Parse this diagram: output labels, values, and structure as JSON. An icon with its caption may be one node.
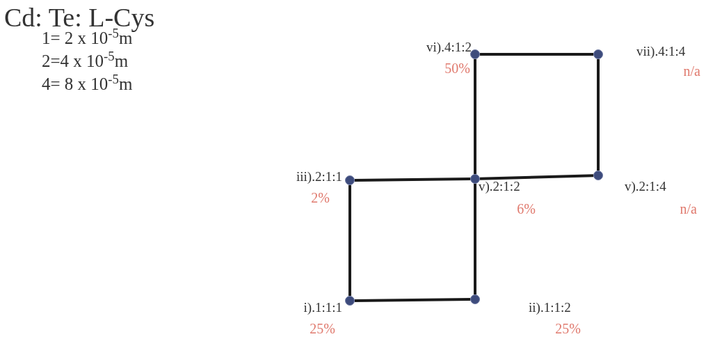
{
  "diagram": {
    "title": "Cd: Te: L-Cys",
    "nodes": [
      {
        "text": [],
        "shape": "circle",
        "beside": [
          "vi).4:1:2",
          "50%"
        ]
      },
      {
        "text": [],
        "shape": "circle",
        "beside": [
          "vii).4:1:4",
          "n/a"
        ]
      },
      {
        "text": [],
        "shape": "circle",
        "beside": [
          "iii).2:1:1",
          "2%"
        ]
      },
      {
        "text": [],
        "shape": "circle",
        "beside": [
          "v).2:1:2",
          "6%"
        ]
      },
      {
        "text": [],
        "shape": "circle",
        "beside": [
          "v).2:1:4",
          "n/a"
        ]
      },
      {
        "text": [],
        "shape": "circle",
        "beside": [
          "i).1:1:1",
          "25%"
        ]
      },
      {
        "text": [],
        "shape": "circle",
        "beside": [
          "ii).1:1:2",
          "25%"
        ]
      }
    ],
    "edges": [
      {
        "from": 0,
        "to": 1,
        "arrow": "none"
      },
      {
        "from": 1,
        "to": 4,
        "arrow": "none"
      },
      {
        "from": 3,
        "to": 4,
        "arrow": "none"
      },
      {
        "from": 0,
        "to": 3,
        "arrow": "none"
      },
      {
        "from": 2,
        "to": 3,
        "arrow": "none"
      },
      {
        "from": 2,
        "to": 5,
        "arrow": "none"
      },
      {
        "from": 5,
        "to": 6,
        "arrow": "none"
      },
      {
        "from": 3,
        "to": 6,
        "arrow": "none"
      }
    ],
    "labels": [
      "1= 2 x 10$^{-5}$m",
      "2=4 x 10$^{-5}$m",
      "4= 8 x 10$^{-5}$m"
    ]
  }
}
